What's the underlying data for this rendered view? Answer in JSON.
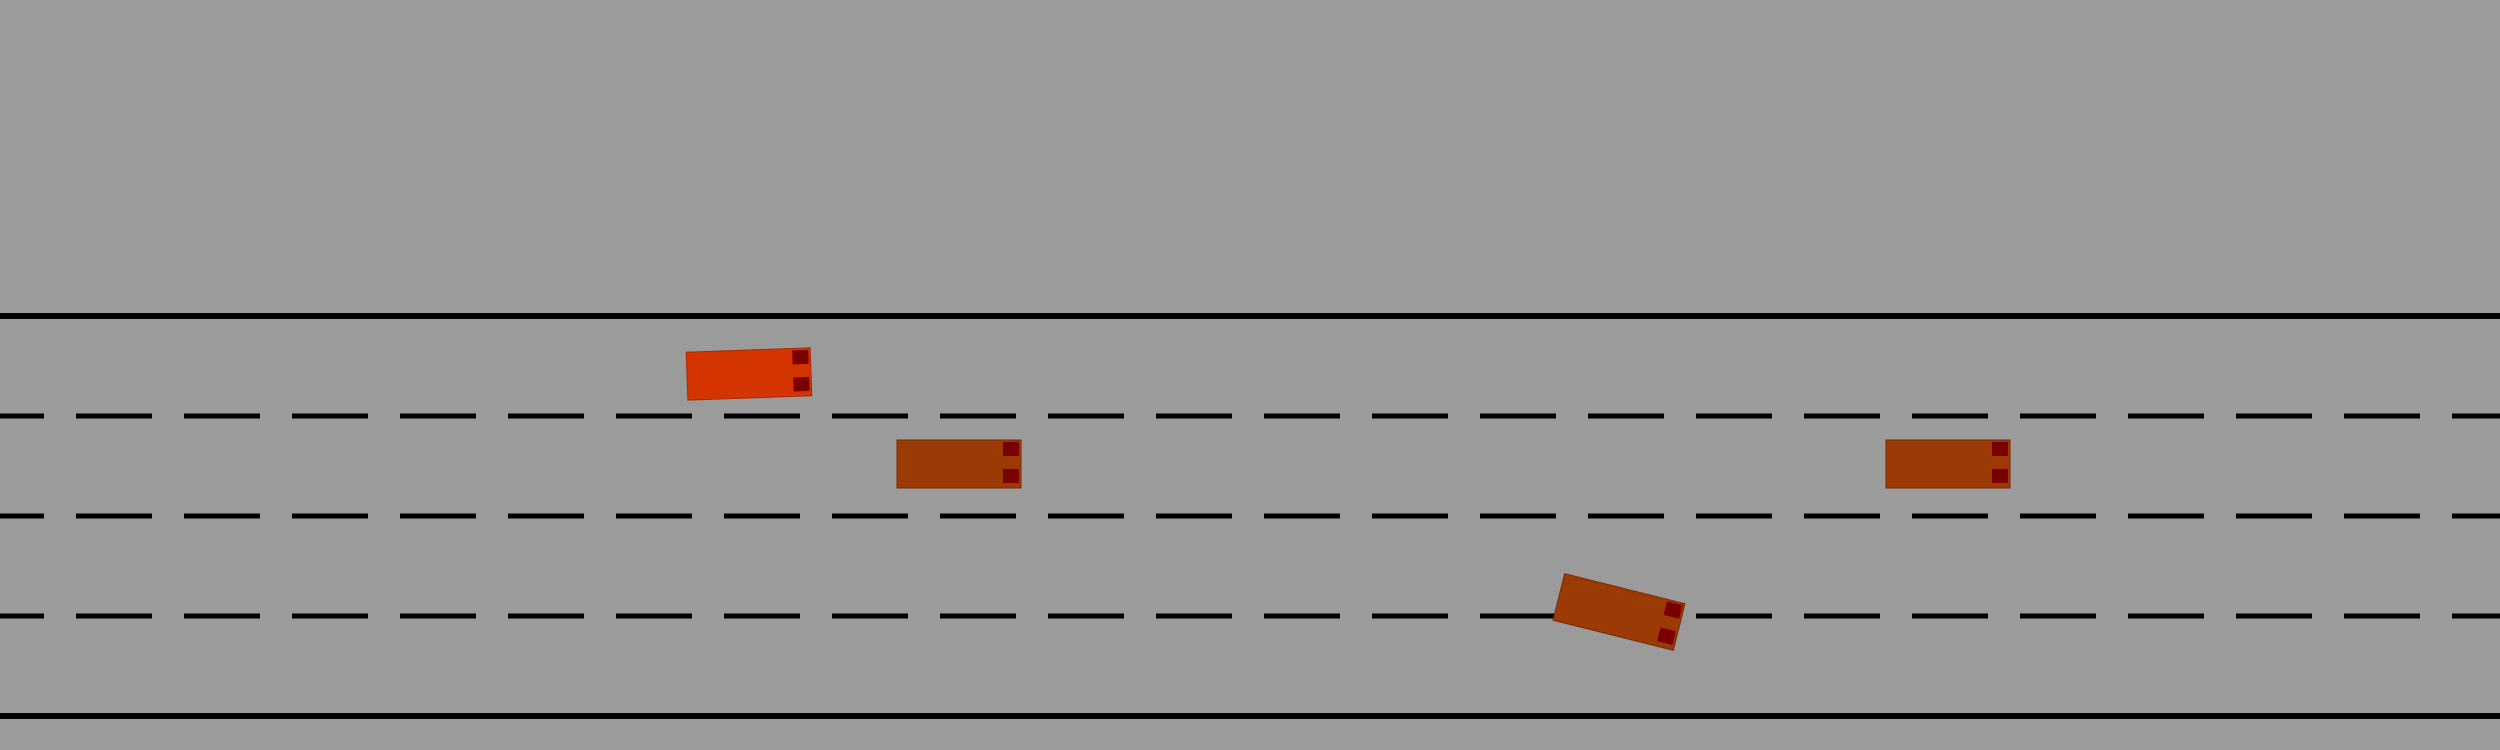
{
  "colors": {
    "background": "#9b9b9b",
    "lane_line": "#000000",
    "ego_vehicle": "#d43500",
    "other_vehicle": "#9c3a05",
    "vehicle_lights": "#7a0000",
    "vehicle_outline": "#8a2a00"
  },
  "road": {
    "lane_count": 4,
    "edge_style": "solid",
    "divider_style": "dashed"
  },
  "vehicles": [
    {
      "id": "ego-vehicle",
      "role": "ego",
      "lane": 1,
      "heading_deg": -2
    },
    {
      "id": "vehicle-1",
      "role": "other",
      "lane": 2,
      "heading_deg": 0
    },
    {
      "id": "vehicle-2",
      "role": "other",
      "lane": 2,
      "heading_deg": 0
    },
    {
      "id": "vehicle-3",
      "role": "other",
      "lane": 3,
      "heading_deg": 14
    }
  ]
}
